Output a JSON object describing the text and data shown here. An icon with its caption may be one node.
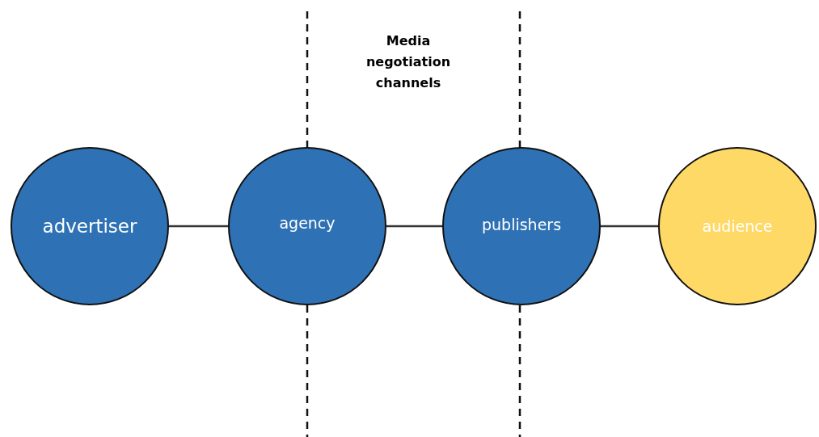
{
  "diagram": {
    "nodes": [
      {
        "text": [
          "advertiser"
        ]
      },
      {
        "text": [
          "agency"
        ]
      },
      {
        "text": [
          "publishers"
        ]
      },
      {
        "text": [
          "audience"
        ]
      }
    ],
    "edges": [
      {
        "from": 0,
        "to": 1,
        "arrow": "none"
      },
      {
        "from": 1,
        "to": 2,
        "arrow": "none"
      },
      {
        "from": 2,
        "to": 3,
        "arrow": "none"
      }
    ],
    "labels": [
      "Media negotiation channels"
    ]
  }
}
